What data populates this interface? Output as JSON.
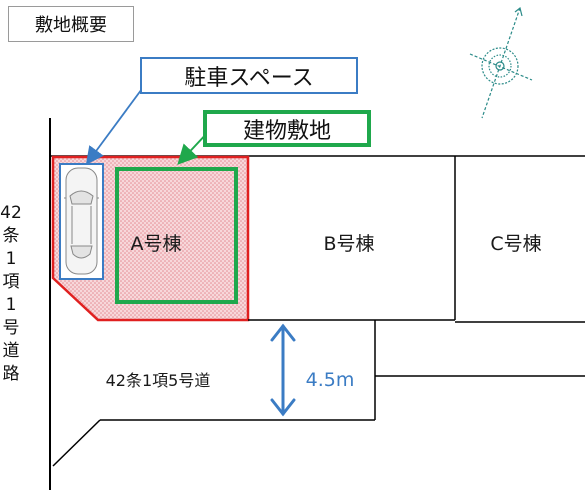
{
  "title": "敷地概要",
  "callouts": {
    "parking": "駐車スペース",
    "building": "建物敷地"
  },
  "lots": {
    "a": "A号棟",
    "b": "B号棟",
    "c": "C号棟"
  },
  "roads": {
    "left_road": "42\n条\n1\n項\n1\n号\n道\n路",
    "bottom_road": "42条1項5号道"
  },
  "dimension": "4.5m",
  "colors": {
    "lot_a_border": "#e02020",
    "lot_a_fill": "#f5c9cc",
    "parking_border": "#3b7cc4",
    "building_border": "#1fa84c",
    "dimension_arrow": "#3b7cc4",
    "compass": "#2a8a88"
  },
  "icons": [
    "compass-rose-icon",
    "car-icon"
  ]
}
